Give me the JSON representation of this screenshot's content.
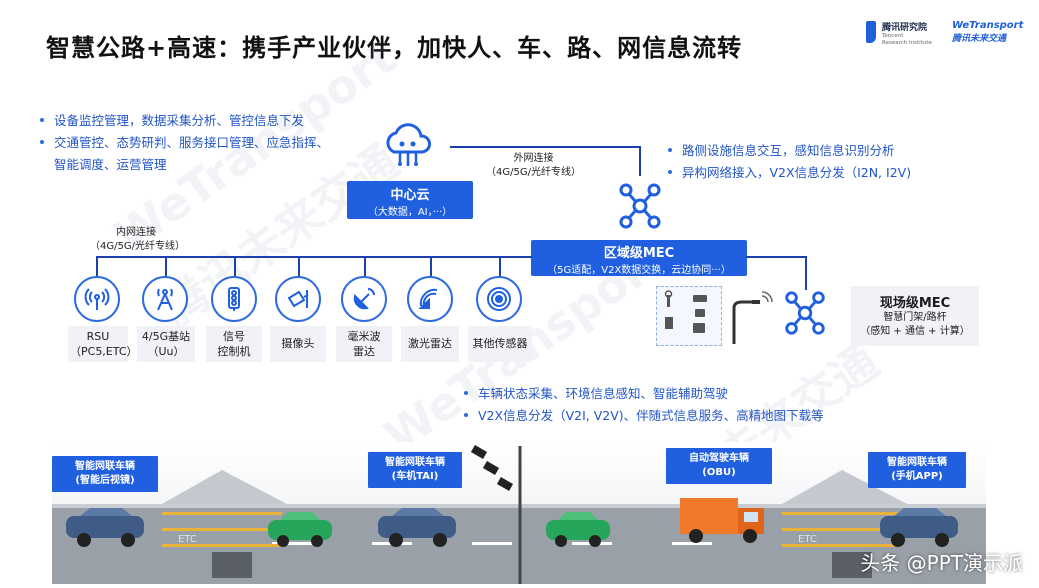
{
  "title": "智慧公路+高速：携手产业伙伴，加快人、车、路、网信息流转",
  "logos": {
    "tencent_cn": "腾讯研究院",
    "tencent_en1": "Tencent",
    "tencent_en2": "Research Institute",
    "wetransport_en": "WeTransport",
    "wetransport_cn": "腾讯未来交通"
  },
  "bullets_top_left": [
    "设备监控管理，数据采集分析、管控信息下发",
    "交通管控、态势研判、服务接口管理、应急指挥、",
    "智能调度、运营管理"
  ],
  "bullets_top_right": [
    "路侧设施信息交互，感知信息识别分析",
    "异构网络接入，V2X信息分发（I2N, I2V)"
  ],
  "bullets_middle": [
    "车辆状态采集、环境信息感知、智能辅助驾驶",
    "V2X信息分发（V2I, V2V)、伴随式信息服务、高精地图下载等"
  ],
  "central_cloud": {
    "title": "中心云",
    "sub": "（大数据，AI，···）"
  },
  "external_link": {
    "title": "外网连接",
    "sub": "（4G/5G/光纤专线）"
  },
  "internal_link": {
    "title": "内网连接",
    "sub": "（4G/5G/光纤专线）"
  },
  "regional_mec": {
    "title": "区域级MEC",
    "sub": "（5G适配，V2X数据交换，云边协同···）"
  },
  "onsite_mec": {
    "title": "现场级MEC",
    "line2": "智慧门架/路杆",
    "line3": "（感知 + 通信 + 计算）"
  },
  "devices": [
    {
      "icon": "rsu-antenna-icon",
      "line1": "RSU",
      "line2": "（PC5,ETC）"
    },
    {
      "icon": "base-station-icon",
      "line1": "4/5G基站",
      "line2": "（Uu）"
    },
    {
      "icon": "traffic-light-icon",
      "line1": "信号",
      "line2": "控制机"
    },
    {
      "icon": "camera-icon",
      "line1": "摄像头",
      "line2": ""
    },
    {
      "icon": "radar-dish-icon",
      "line1": "毫米波",
      "line2": "雷达"
    },
    {
      "icon": "lidar-icon",
      "line1": "激光雷达",
      "line2": ""
    },
    {
      "icon": "sensor-icon",
      "line1": "其他传感器",
      "line2": ""
    }
  ],
  "vehicles": [
    {
      "line1": "智能网联车辆",
      "line2": "(智能后视镜)"
    },
    {
      "line1": "智能网联车辆",
      "line2": "(车机TAI)"
    },
    {
      "line1": "自动驾驶车辆",
      "line2": "(OBU)"
    },
    {
      "line1": "智能网联车辆",
      "line2": "(手机APP)"
    }
  ],
  "road_marks": [
    "ETC",
    "ETC"
  ],
  "watermark_text": [
    "WeTransport",
    "腾讯未来交通"
  ],
  "footer_watermark": "头条 @PPT演示派",
  "colors": {
    "accent": "#1f5fe0",
    "text_blue": "#2255c7",
    "line": "#1c3fb0"
  }
}
